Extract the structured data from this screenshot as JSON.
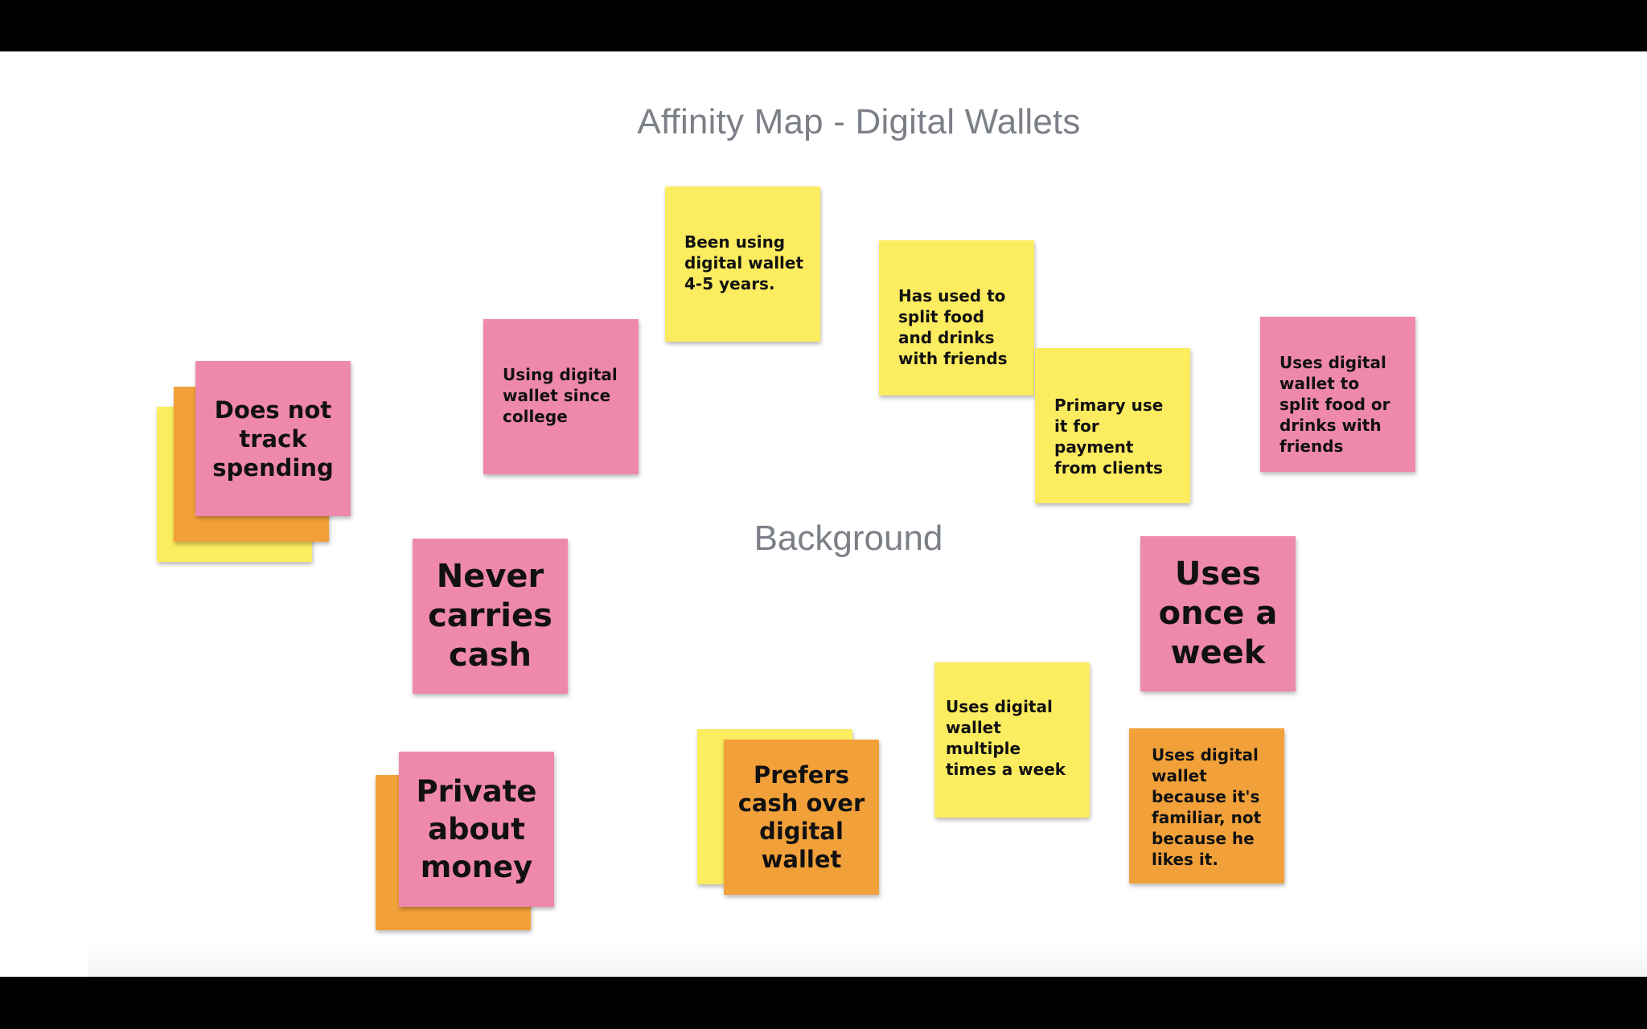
{
  "board": {
    "title": "Affinity Map - Digital Wallets",
    "center_label": "Background"
  },
  "notes": {
    "been_using": "Been using digital wallet 4-5 years.",
    "split_food_drinks": "Has used to split food and drinks with friends",
    "since_college": "Using digital wallet since college",
    "payment_clients": "Primary use it for payment from clients",
    "split_food_or_drinks": "Uses digital wallet to split food or drinks with friends",
    "track_spending": "Does not track spending",
    "never_carries_cash": "Never carries cash",
    "once_a_week": "Uses once a week",
    "multiple_times": "Uses digital wallet multiple times a week",
    "familiar": "Uses digital wallet because it's familiar, not because he likes it.",
    "private_money": "Private about money",
    "prefers_cash": "Prefers cash over digital wallet"
  },
  "colors": {
    "yellow": "#fcec5f",
    "pink": "#ef88ad",
    "orange": "#f2a13a",
    "heading_gray": "#7b8087"
  }
}
